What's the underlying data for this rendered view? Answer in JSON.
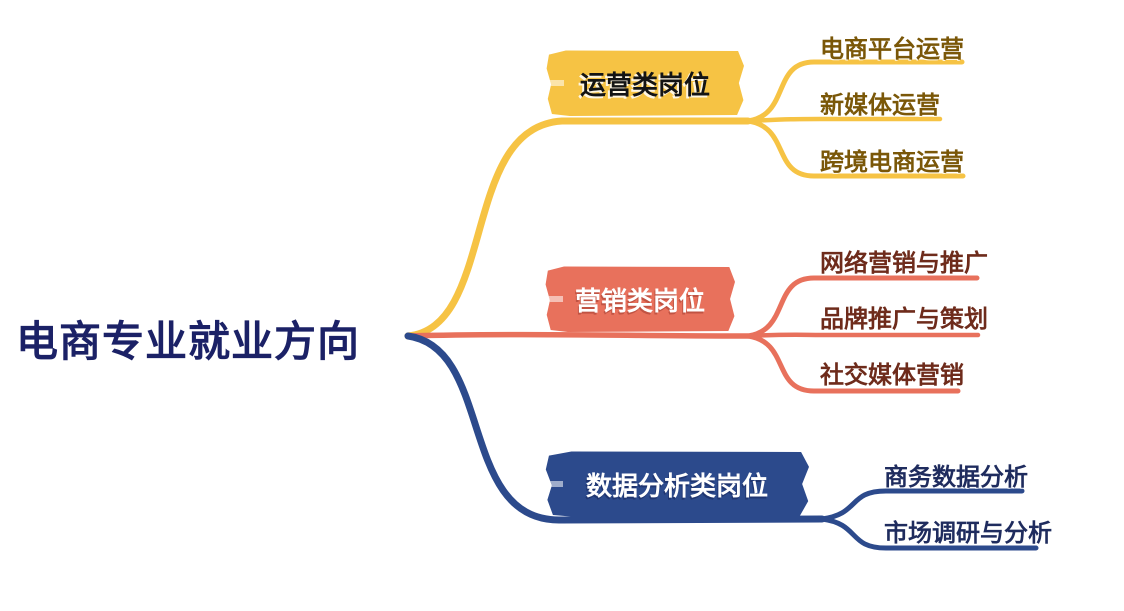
{
  "root": {
    "label": "电商专业就业方向",
    "color": "#1b2166"
  },
  "branches": [
    {
      "label": "运营类岗位",
      "color": "#f6c344",
      "node_text_color": "#141414",
      "child_text_color": "#7a5708",
      "children": [
        {
          "label": "电商平台运营"
        },
        {
          "label": "新媒体运营"
        },
        {
          "label": "跨境电商运营"
        }
      ]
    },
    {
      "label": "营销类岗位",
      "color": "#e8715c",
      "node_text_color": "#ffffff",
      "child_text_color": "#6e2b1b",
      "children": [
        {
          "label": "网络营销与推广"
        },
        {
          "label": "品牌推广与策划"
        },
        {
          "label": "社交媒体营销"
        }
      ]
    },
    {
      "label": "数据分析类岗位",
      "color": "#2c4a8c",
      "node_text_color": "#ffffff",
      "child_text_color": "#1f2c5e",
      "children": [
        {
          "label": "商务数据分析"
        },
        {
          "label": "市场调研与分析"
        }
      ]
    }
  ]
}
